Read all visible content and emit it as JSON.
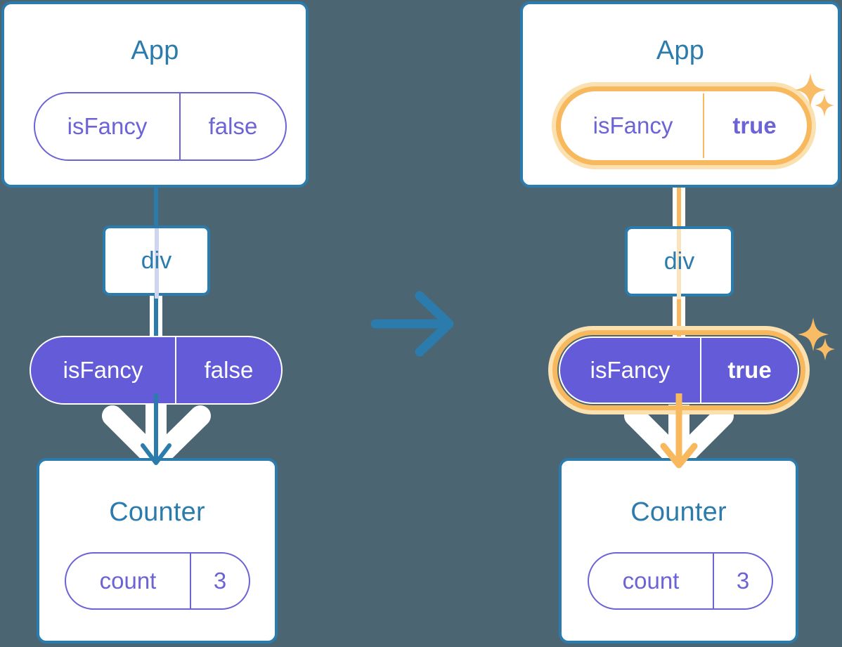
{
  "background_color": "#4c6573",
  "colors": {
    "card_border": "#2b7cad",
    "card_title": "#2b7cad",
    "pill_purple": "#635bd8",
    "pill_outline": "#6b63d6",
    "highlight_orange": "#f7b85e",
    "highlight_orange_pale": "#fbe0b0",
    "white": "#ffffff"
  },
  "transition_arrow": {
    "icon": "arrow-right-icon",
    "color": "#2b7cad",
    "direction": "right"
  },
  "panels": [
    {
      "id": "before",
      "side": "left",
      "app": {
        "title": "App",
        "state": {
          "name": "isFancy",
          "value": "false",
          "style": "outline",
          "highlighted": false,
          "value_bold": false
        }
      },
      "div": {
        "label": "div"
      },
      "prop": {
        "name": "isFancy",
        "value": "false",
        "style": "solid",
        "highlighted": false,
        "value_bold": false
      },
      "counter": {
        "title": "Counter",
        "state": {
          "name": "count",
          "value": "3",
          "style": "outline",
          "highlighted": false,
          "value_bold": false
        }
      },
      "flow_color": "#2b7cad",
      "arrow_color": "#2b7cad",
      "sparkles": false
    },
    {
      "id": "after",
      "side": "right",
      "app": {
        "title": "App",
        "state": {
          "name": "isFancy",
          "value": "true",
          "style": "outline",
          "highlighted": true,
          "value_bold": true
        }
      },
      "div": {
        "label": "div"
      },
      "prop": {
        "name": "isFancy",
        "value": "true",
        "style": "solid",
        "highlighted": true,
        "value_bold": true
      },
      "counter": {
        "title": "Counter",
        "state": {
          "name": "count",
          "value": "3",
          "style": "outline",
          "highlighted": false,
          "value_bold": false
        }
      },
      "flow_color": "#f7b85e",
      "arrow_color": "#f7b85e",
      "sparkles": true,
      "sparkle_icons": [
        "sparkle-large-icon",
        "sparkle-small-icon"
      ]
    }
  ]
}
